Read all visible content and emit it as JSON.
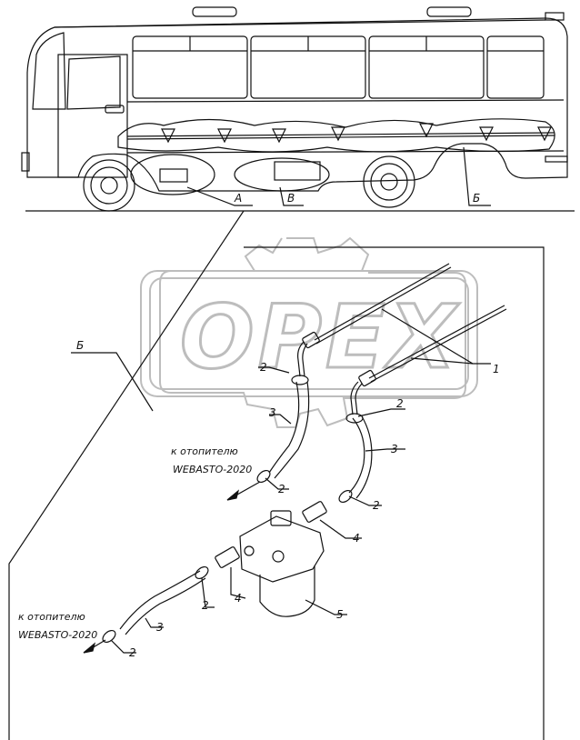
{
  "callouts": {
    "view_a": "А",
    "view_b": "В",
    "view_be": "Б",
    "detail_be": "Б",
    "part_1": "1",
    "part_2a": "2",
    "part_2b": "2",
    "part_2c": "2",
    "part_2d": "2",
    "part_2e": "2",
    "part_2f": "2",
    "part_3a": "3",
    "part_3b": "3",
    "part_3c": "3",
    "part_4a": "4",
    "part_4b": "4",
    "part_5": "5"
  },
  "captions": {
    "upper_line1": "к отопителю",
    "upper_line2": "WEBASTO-2020",
    "lower_line1": "к отопителю",
    "lower_line2": "WEBASTO-2020"
  },
  "watermark": {
    "text": "OPEX"
  },
  "colors": {
    "line": "#111111",
    "watermark": "#bdbdbd",
    "background": "#ffffff"
  }
}
